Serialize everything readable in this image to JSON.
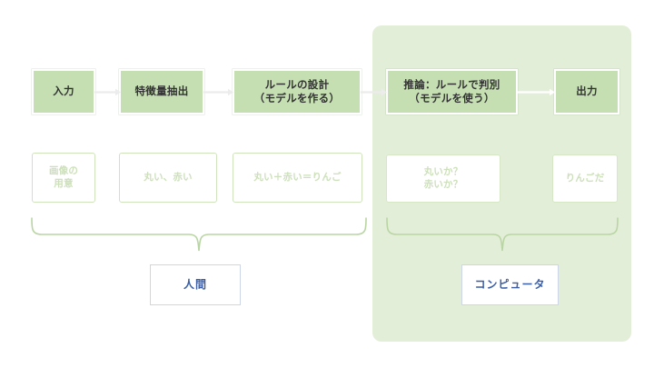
{
  "diagram": {
    "title_hidden": "",
    "colors": {
      "stage_fill": "#c5dfb3",
      "panel_fill": "#e3eed8",
      "example_text": "#cde0bb",
      "actor_text": "#3a5fa8",
      "brace_stroke": "#b9d5a3",
      "arrow_stroke": "#e9e9e9"
    },
    "pipeline": [
      {
        "id": "input",
        "label": "入力",
        "example": "画像の\n用意",
        "region": "human"
      },
      {
        "id": "feature",
        "label": "特徴量抽出",
        "example": "丸い、赤い",
        "region": "human"
      },
      {
        "id": "rule",
        "label": "ルールの設計\n（モデルを作る）",
        "example": "丸い＋赤い＝りんご",
        "region": "human"
      },
      {
        "id": "inference",
        "label": "推論：ルールで判別\n（モデルを使う）",
        "example": "丸いか？\n赤いか？",
        "region": "computer"
      },
      {
        "id": "output",
        "label": "出力",
        "example": "りんごだ",
        "region": "computer"
      }
    ],
    "stage_labels": {
      "input": "入力",
      "feature": "特徴量抽出",
      "rule_line1": "ルールの設計",
      "rule_line2": "（モデルを作る）",
      "inference_line1": "推論：ルールで判別",
      "inference_line2": "（モデルを使う）",
      "output": "出力"
    },
    "example_labels": {
      "input_line1": "画像の",
      "input_line2": "用意",
      "feature": "丸い、赤い",
      "rule": "丸い＋赤い＝りんご",
      "inference_line1": "丸いか？",
      "inference_line2": "赤いか？",
      "output": "りんごだ"
    },
    "actors": {
      "human": "人間",
      "computer": "コンピュータ"
    }
  }
}
